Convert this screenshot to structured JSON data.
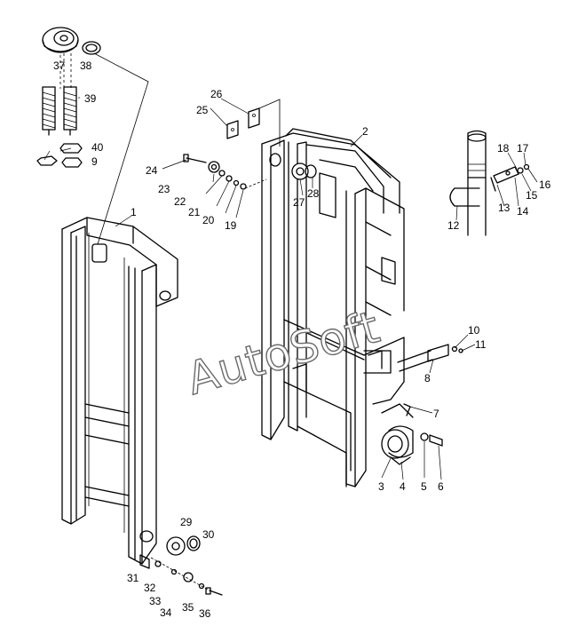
{
  "watermark": "AutoSoft",
  "part_numbers": [
    "1",
    "2",
    "3",
    "4",
    "5",
    "6",
    "7",
    "8",
    "9",
    "10",
    "11",
    "12",
    "13",
    "14",
    "15",
    "16",
    "17",
    "18",
    "19",
    "20",
    "21",
    "22",
    "23",
    "24",
    "25",
    "26",
    "27",
    "28",
    "29",
    "30",
    "31",
    "32",
    "33",
    "34",
    "35",
    "36",
    "37",
    "38",
    "39",
    "40"
  ]
}
